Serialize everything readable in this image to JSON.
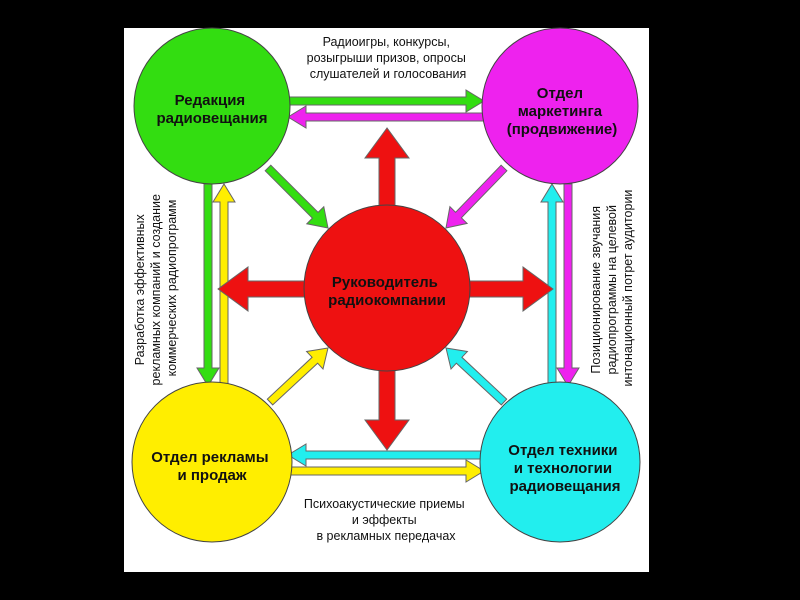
{
  "colors": {
    "background": "#000000",
    "panel": "#ffffff",
    "green": "#33dd11",
    "magenta": "#ee22ee",
    "red": "#ee1111",
    "yellow": "#ffee00",
    "cyan": "#22eeee"
  },
  "nodes": {
    "editorial": [
      "Редакция",
      "радиовещания"
    ],
    "marketing": [
      "Отдел",
      "маркетинга",
      "(продвижение)"
    ],
    "director": [
      "Руководитель",
      "радиокомпании"
    ],
    "advertising": [
      "Отдел рекламы",
      "и продаж"
    ],
    "technical": [
      "Отдел техники",
      "и технологии",
      "радиовещания"
    ]
  },
  "captions": {
    "top": [
      "Радиоигры, конкурсы,",
      "розыгрыши призов, опросы",
      "слушателей и голосования"
    ],
    "left": [
      "Разработка эффективных",
      "рекламных компаний и создание",
      "коммерческих радиопрограмм"
    ],
    "right": [
      "Позиционирование звучания",
      "радиопрограммы на целевой",
      "интонационный потрет аудитории"
    ],
    "bottom": [
      "Психоакустические приемы",
      "и эффекты",
      "в рекламных передачах"
    ]
  }
}
